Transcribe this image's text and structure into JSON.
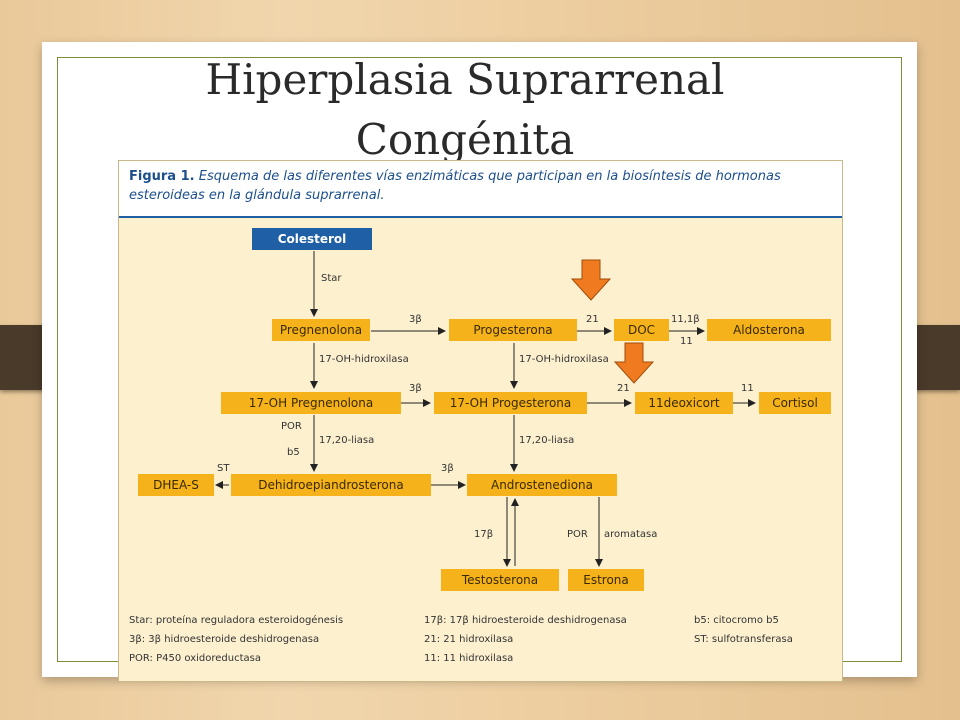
{
  "slide": {
    "title_line1": "Hiperplasia Suprarrenal",
    "title_line2": "Congénita"
  },
  "figure": {
    "caption_lead": "Figura 1.",
    "caption_text": "Esquema de las diferentes vías enzimáticas que participan en la biosíntesis de hormonas esteroideas en la glándula suprarrenal.",
    "nodes": {
      "colesterol": "Colesterol",
      "pregnenolona": "Pregnenolona",
      "progesterona": "Progesterona",
      "doc": "DOC",
      "aldosterona": "Aldosterona",
      "oh_pregnenolona": "17-OH Pregnenolona",
      "oh_progesterona": "17-OH Progesterona",
      "deoxicort": "11deoxicort",
      "cortisol": "Cortisol",
      "dheas": "DHEA-S",
      "dhea": "Dehidroepiandrosterona",
      "androstenediona": "Androstenediona",
      "testosterona": "Testosterona",
      "estrona": "Estrona"
    },
    "edge_labels": {
      "star": "Star",
      "b3_1": "3β",
      "e21_1": "21",
      "e111b": "11,1β",
      "e11a": "11",
      "oh_hidroxilasa_1": "17-OH-hidroxilasa",
      "oh_hidroxilasa_2": "17-OH-hidroxilasa",
      "b3_2": "3β",
      "e21_2": "21",
      "e11b": "11",
      "por": "POR",
      "b5": "b5",
      "liasa_1": "17,20-liasa",
      "liasa_2": "17,20-liasa",
      "st": "ST",
      "b3_3": "3β",
      "b17": "17β",
      "por_2": "POR",
      "aromatasa": "aromatasa"
    },
    "legend": {
      "col1": [
        "Star: proteína reguladora esteroidogénesis",
        "3β: 3β hidroesteroide deshidrogenasa",
        "POR: P450 oxidoreductasa"
      ],
      "col2": [
        "17β: 17β hidroesteroide deshidrogenasa",
        "21: 21 hidroxilasa",
        "11: 11 hidroxilasa"
      ],
      "col3": [
        "b5: citocromo b5",
        "ST: sulfotransferasa"
      ]
    }
  },
  "colors": {
    "box_fill": "#f5b21a",
    "colesterol_fill": "#1f5fa6",
    "marker_arrow": "#f07a1f",
    "frame": "#7b8f3a"
  },
  "icons": [
    "down-arrow-marker-icon"
  ]
}
